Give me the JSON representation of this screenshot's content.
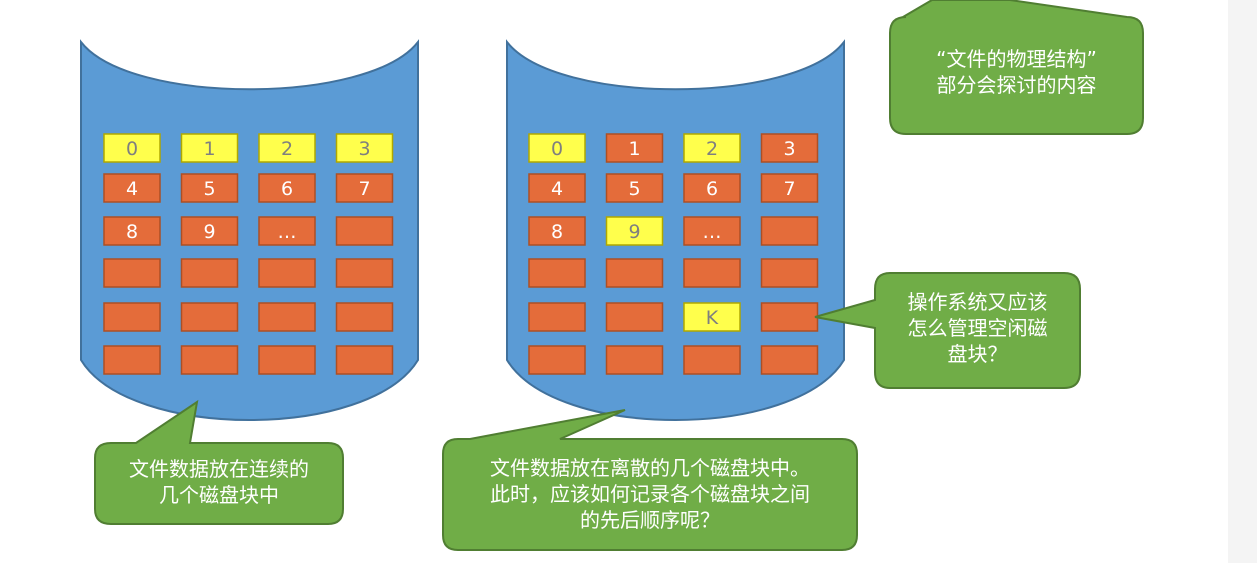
{
  "colors": {
    "cylinder_fill": "#5b9bd5",
    "cylinder_stroke": "#41719c",
    "block_used": "#e46c3a",
    "block_free": "#ffff4c",
    "block_stroke": "#ad4f24",
    "block_free_stroke": "#b0a800",
    "callout_fill": "#70ad47",
    "callout_stroke": "#507e32",
    "text_light": "#ffffff",
    "text_free": "#7f7f7f"
  },
  "disks": [
    {
      "name": "left-disk",
      "rows": [
        [
          {
            "label": "0",
            "free": true
          },
          {
            "label": "1",
            "free": true
          },
          {
            "label": "2",
            "free": true
          },
          {
            "label": "3",
            "free": true
          }
        ],
        [
          {
            "label": "4",
            "free": false
          },
          {
            "label": "5",
            "free": false
          },
          {
            "label": "6",
            "free": false
          },
          {
            "label": "7",
            "free": false
          }
        ],
        [
          {
            "label": "8",
            "free": false
          },
          {
            "label": "9",
            "free": false
          },
          {
            "label": "…",
            "free": false
          },
          {
            "label": "",
            "free": false
          }
        ],
        [
          {
            "label": "",
            "free": false
          },
          {
            "label": "",
            "free": false
          },
          {
            "label": "",
            "free": false
          },
          {
            "label": "",
            "free": false
          }
        ],
        [
          {
            "label": "",
            "free": false
          },
          {
            "label": "",
            "free": false
          },
          {
            "label": "",
            "free": false
          },
          {
            "label": "",
            "free": false
          }
        ],
        [
          {
            "label": "",
            "free": false
          },
          {
            "label": "",
            "free": false
          },
          {
            "label": "",
            "free": false
          },
          {
            "label": "",
            "free": false
          }
        ]
      ]
    },
    {
      "name": "right-disk",
      "rows": [
        [
          {
            "label": "0",
            "free": true
          },
          {
            "label": "1",
            "free": false
          },
          {
            "label": "2",
            "free": true
          },
          {
            "label": "3",
            "free": false
          }
        ],
        [
          {
            "label": "4",
            "free": false
          },
          {
            "label": "5",
            "free": false
          },
          {
            "label": "6",
            "free": false
          },
          {
            "label": "7",
            "free": false
          }
        ],
        [
          {
            "label": "8",
            "free": false
          },
          {
            "label": "9",
            "free": true
          },
          {
            "label": "…",
            "free": false
          },
          {
            "label": "",
            "free": false
          }
        ],
        [
          {
            "label": "",
            "free": false
          },
          {
            "label": "",
            "free": false
          },
          {
            "label": "",
            "free": false
          },
          {
            "label": "",
            "free": false
          }
        ],
        [
          {
            "label": "",
            "free": false
          },
          {
            "label": "",
            "free": false
          },
          {
            "label": "K",
            "free": true
          },
          {
            "label": "",
            "free": false
          }
        ],
        [
          {
            "label": "",
            "free": false
          },
          {
            "label": "",
            "free": false
          },
          {
            "label": "",
            "free": false
          },
          {
            "label": "",
            "free": false
          }
        ]
      ]
    }
  ],
  "callouts": {
    "physical_structure": "“文件的物理结构”\n部分会探讨的内容",
    "free_block_management": "操作系统又应该\n怎么管理空闲磁\n盘块？",
    "contiguous": "文件数据放在连续的\n几个磁盘块中",
    "scattered": "文件数据放在离散的几个磁盘块中。\n此时，应该如何记录各个磁盘块之间\n的先后顺序呢？"
  }
}
